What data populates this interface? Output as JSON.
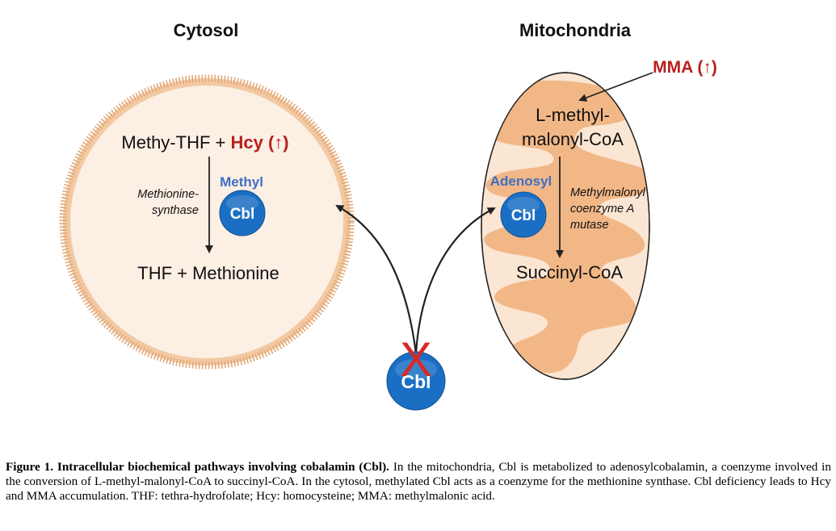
{
  "compartments": {
    "cytosol": "Cytosol",
    "mitochondria": "Mitochondria"
  },
  "cytosol_pathway": {
    "substrate": "Methy-THF + ",
    "accumulating": "Hcy (↑)",
    "enzyme_line1": "Methionine-",
    "enzyme_line2": "synthase",
    "cofactor_form": "Methyl",
    "cofactor": "Cbl",
    "product": "THF + Methionine"
  },
  "mito_pathway": {
    "accumulating": "MMA (↑)",
    "substrate_line1": "L-methyl-",
    "substrate_line2": "malonyl-CoA",
    "cofactor_form": "Adenosyl",
    "cofactor": "Cbl",
    "enzyme_line1": "Methylmalonyl",
    "enzyme_line2": "coenzyme A",
    "enzyme_line3": "mutase",
    "product": "Succinyl-CoA"
  },
  "blocked_source": {
    "label": "Cbl",
    "mark": "X"
  },
  "colors": {
    "cbl_blue": "#1a6fc4",
    "accent_red": "#b81f1f",
    "label_blue": "#3d6fc4",
    "cytosol_fill": "#fcefe4",
    "membrane": "#e8b98e",
    "mito_fill": "#fbe5d3",
    "mito_cristae": "#f2b787"
  },
  "caption": {
    "lead": "Figure 1. Intracellular biochemical pathways involving cobalamin (Cbl).",
    "body": " In the mitochondria, Cbl is metabolized to adenosylcobalamin, a coenzyme involved in the conversion of L-methyl-malonyl-CoA to succinyl-CoA. In the cytosol, methylated Cbl acts as a coenzyme for the methionine synthase. Cbl deficiency leads to Hcy and MMA accumulation. THF: tethra-hydrofolate; Hcy: homocysteine; MMA: methylmalonic acid."
  }
}
